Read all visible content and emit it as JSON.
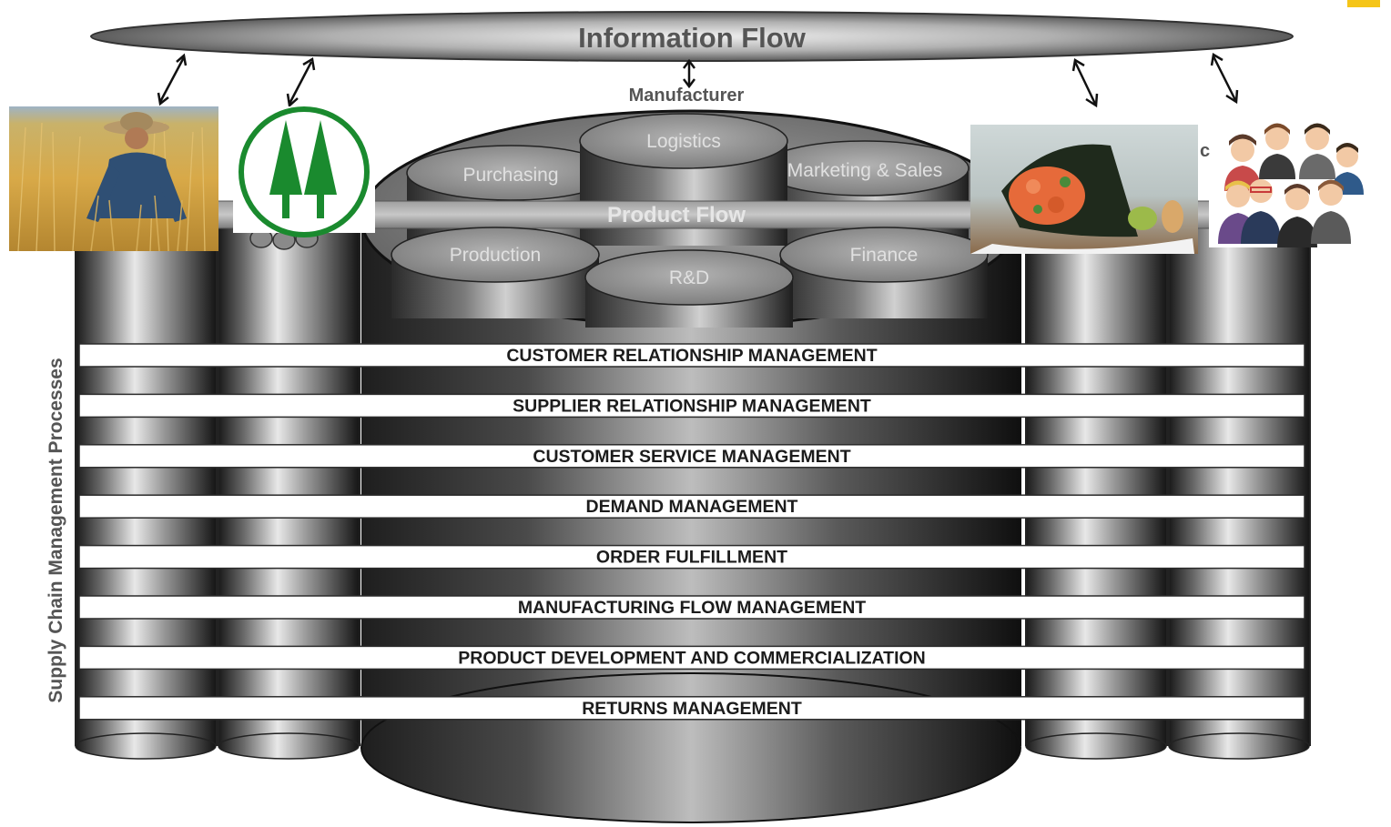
{
  "information_flow_label": "Information Flow",
  "manufacturer_label": "Manufacturer",
  "product_flow_label": "Product Flow",
  "vertical_label": "Supply Chain Management Processes",
  "departments": [
    "Logistics",
    "Purchasing",
    "Marketing & Sales",
    "Production",
    "R&D",
    "Finance"
  ],
  "processes": [
    "CUSTOMER RELATIONSHIP MANAGEMENT",
    "SUPPLIER RELATIONSHIP MANAGEMENT",
    "CUSTOMER SERVICE MANAGEMENT",
    "DEMAND MANAGEMENT",
    "ORDER FULFILLMENT",
    "MANUFACTURING  FLOW MANAGEMENT",
    "PRODUCT DEVELOPMENT AND COMMERCIALIZATION",
    "RETURNS MANAGEMENT"
  ],
  "corner_label_fragment": "c",
  "colors": {
    "accent_square": "#f5c518",
    "logo_green": "#1a8a2e"
  }
}
